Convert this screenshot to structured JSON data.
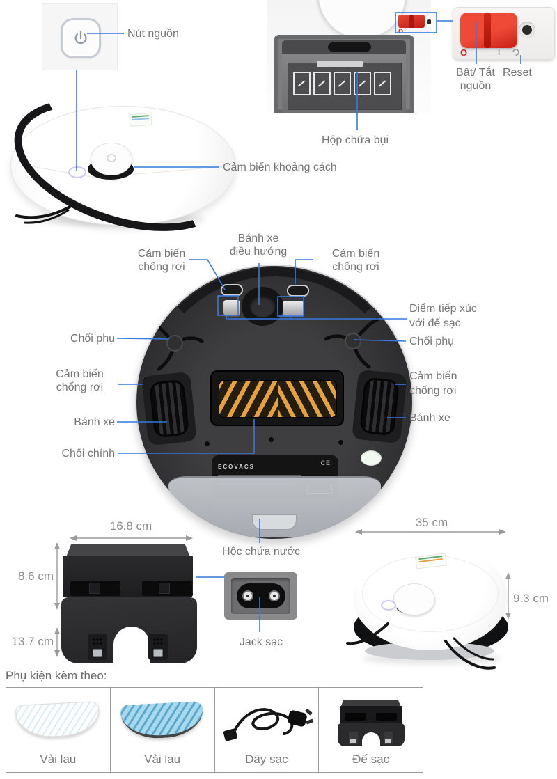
{
  "labels": {
    "power_button": "Nút nguồn",
    "distance_sensor": "Cảm biến khoảng cách",
    "dust_box": "Hộp chứa bụi",
    "power_switch_l1": "Bật/ Tắt",
    "power_switch_l2": "nguồn",
    "reset": "Reset",
    "caster_l1": "Bánh xe",
    "caster_l2": "điều hướng",
    "drop_sensor_l1": "Cảm biến",
    "drop_sensor_l2": "chống rơi",
    "charge_contacts_l1": "Điểm tiếp xúc",
    "charge_contacts_l2": "với đế sạc",
    "side_brush": "Chổi phụ",
    "wheel": "Bánh xe",
    "main_brush": "Chổi chính",
    "water_tank": "Hộc chứa nước",
    "charge_jack": "Jack sạc"
  },
  "dimensions": {
    "dock_width": "16.8 cm",
    "dock_upper_height": "8.6 cm",
    "dock_lower_height": "13.7 cm",
    "robot_diameter": "35 cm",
    "robot_height": "9.3 cm"
  },
  "accessories": {
    "heading": "Phụ kiện kèm theo:",
    "items": [
      {
        "label": "Vải lau"
      },
      {
        "label": "Vải lau"
      },
      {
        "label": "Dây sạc"
      },
      {
        "label": "Đế sạc"
      }
    ]
  },
  "switch": {
    "off_mark": "O",
    "on_mark": "I"
  },
  "branding": {
    "bottom_plate": "ECOVACS",
    "ce_mark": "CE"
  },
  "colors": {
    "callout_blue": "#3579de",
    "label_gray": "#757575",
    "dimension_gray": "#8d8d8d",
    "switch_red": "#d8251d",
    "brush_orange": "#e6a13c"
  }
}
